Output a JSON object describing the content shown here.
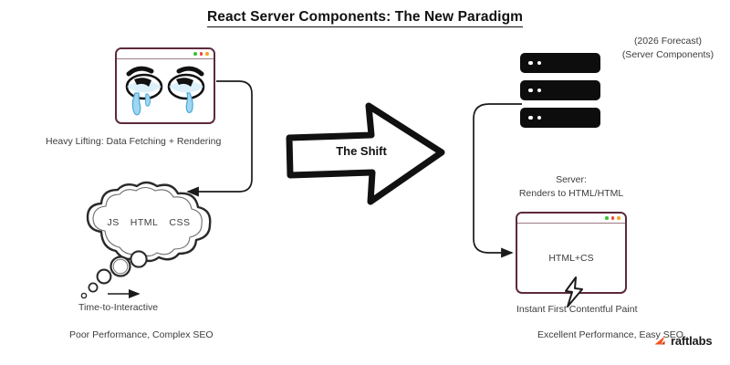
{
  "title": "React Server Components: The New Paradigm",
  "left": {
    "browser": {
      "name": "client-browser-window",
      "dots": [
        "#3cc13b",
        "#f0453a",
        "#f6a623"
      ],
      "illustration": "crying-eyes-emoji"
    },
    "heavy_lifting_caption": "Heavy Lifting: Data Fetching + Rendering",
    "cloud": {
      "tokens": [
        "JS",
        "HTML",
        "CSS"
      ],
      "bubble_count": 4
    },
    "time_to_interactive": "Time-to-Interactive",
    "outcome": "Poor Performance, Complex SEO"
  },
  "center": {
    "shift_label": "The Shift"
  },
  "right": {
    "server_stack": {
      "count": 3,
      "led_count": 2,
      "color": "#0d0d0d"
    },
    "forecast_line1": "(2026 Forecast)",
    "forecast_line2": "(Server Components)",
    "server_role_line1": "Server:",
    "server_role_line2": "Renders to HTML/HTML",
    "browser": {
      "name": "server-rendered-browser-window",
      "dots": [
        "#3cc13b",
        "#f0453a",
        "#f6a623"
      ],
      "content": "HTML+CS",
      "badge": "lightning-bolt"
    },
    "fcp_caption": "Instant First Contentful Paint",
    "outcome": "Excellent Performance, Easy SEO"
  },
  "logo": {
    "text": "raftlabs",
    "mark_color": "#f4511e"
  },
  "colors": {
    "browser_frame": "#5d2a3c",
    "browser_bar_rule": "#9b7b86",
    "ink": "#1b1b1b",
    "text": "#3c3c3c",
    "tear": "#9fd6f0",
    "accent": "#f4511e"
  }
}
